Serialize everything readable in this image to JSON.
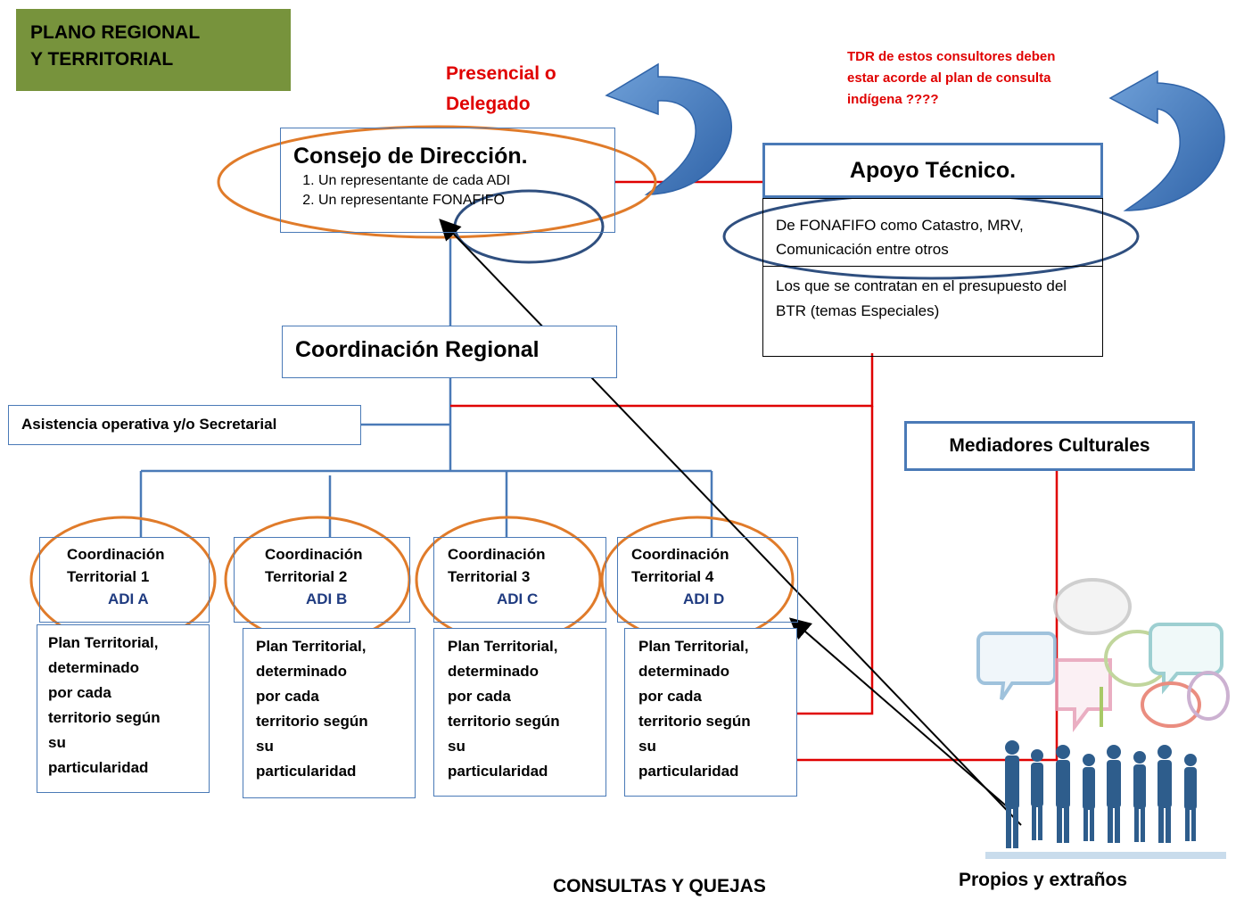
{
  "header": {
    "title_line1": "PLANO REGIONAL",
    "title_line2": "Y TERRITORIAL"
  },
  "annotations": {
    "presencial_line1": "Presencial o",
    "presencial_line2": "Delegado",
    "tdr_line1": "TDR de estos consultores deben",
    "tdr_line2": "estar acorde al plan de consulta",
    "tdr_line3": "indígena ????"
  },
  "consejo": {
    "title": "Consejo de Dirección.",
    "items": [
      "Un representante de cada ADI",
      "Un representante FONAFIFO"
    ]
  },
  "apoyo": {
    "title": "Apoyo Técnico.",
    "section1": "De FONAFIFO como Catastro, MRV, Comunicación entre otros",
    "section2": "Los que se contratan en el presupuesto del BTR (temas Especiales)"
  },
  "coordinacion_regional": "Coordinación Regional",
  "asistencia": "Asistencia operativa y/o Secretarial",
  "mediadores": "Mediadores Culturales",
  "territorios": [
    {
      "line1": "Coordinación",
      "line2": "Territorial 1",
      "adi": "ADI A",
      "plan": [
        "Plan Territorial,",
        "determinado",
        "por cada",
        "territorio según",
        "su",
        "particularidad"
      ]
    },
    {
      "line1": "Coordinación",
      "line2": "Territorial 2",
      "adi": "ADI B",
      "plan": [
        "Plan Territorial,",
        "determinado",
        "por cada",
        "territorio según",
        "su",
        "particularidad"
      ]
    },
    {
      "line1": "Coordinación",
      "line2": "Territorial 3",
      "adi": "ADI C",
      "plan": [
        "Plan Territorial,",
        "determinado",
        "por cada",
        "territorio según",
        "su",
        "particularidad"
      ]
    },
    {
      "line1": "Coordinación",
      "line2": "Territorial 4",
      "adi": "ADI D",
      "plan": [
        "Plan Territorial,",
        "determinado",
        "por cada",
        "territorio según",
        "su",
        "particularidad"
      ]
    }
  ],
  "footer": {
    "consultas": "CONSULTAS Y QUEJAS",
    "propios": "Propios y extraños"
  },
  "colors": {
    "title_bg": "#77933c",
    "annotation_red": "#e00000",
    "box_border": "#4a7ab7",
    "ellipse_orange": "#e07b2a",
    "ellipse_navy": "#2f4f7f",
    "arrow_blue": "#4a7ab7",
    "connector_red": "#e00000"
  },
  "icons": {
    "people": "group-of-people-with-speech-bubbles-icon"
  }
}
